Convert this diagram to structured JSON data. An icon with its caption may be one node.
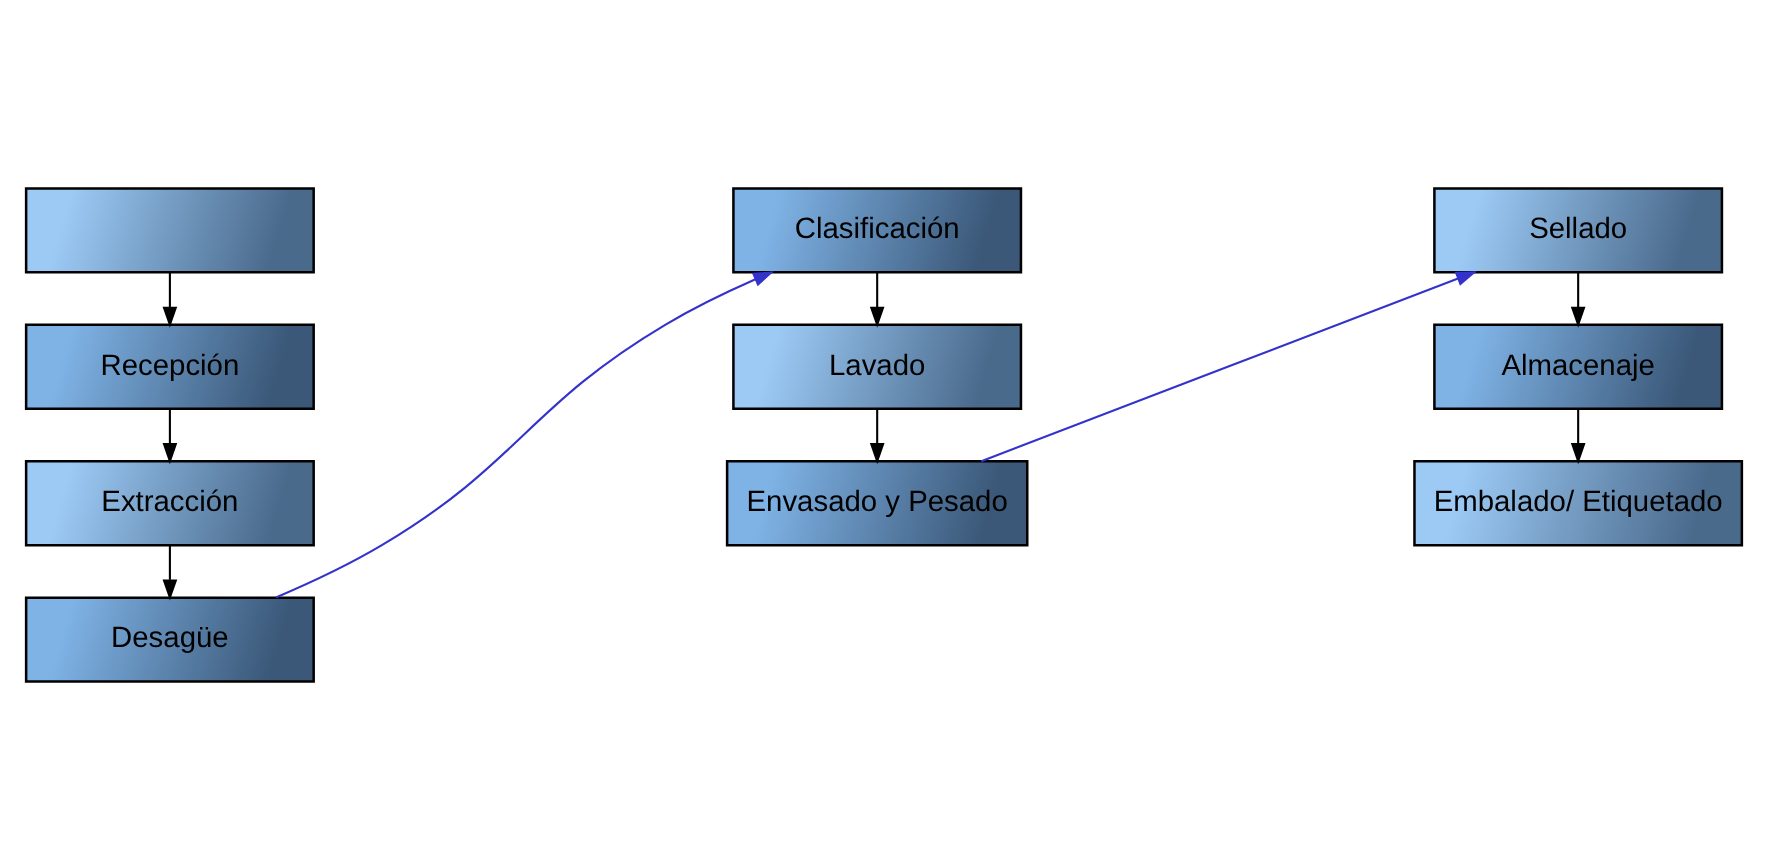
{
  "diagram": {
    "nodes": [
      {
        "text": [],
        "shape": "box"
      },
      {
        "text": [
          "Recepción"
        ]
      },
      {
        "text": [
          "Extracción"
        ]
      },
      {
        "text": [
          "Desagüe"
        ]
      },
      {
        "text": [
          "Clasificación"
        ]
      },
      {
        "text": [
          "Lavado"
        ]
      },
      {
        "text": [
          "Envasado y Pesado"
        ]
      },
      {
        "text": [
          "Sellado"
        ]
      },
      {
        "text": [
          "Almacenaje"
        ]
      },
      {
        "text": [
          "Embalado/ Etiquetado"
        ]
      }
    ],
    "edges": [
      {
        "from": 0,
        "to": 1,
        "arrow": "to"
      },
      {
        "from": 1,
        "to": 2,
        "arrow": "to"
      },
      {
        "from": 2,
        "to": 3,
        "arrow": "to"
      },
      {
        "from": 3,
        "to": 4,
        "arrow": "to",
        "color": "#3333cc"
      },
      {
        "from": 4,
        "to": 5,
        "arrow": "to"
      },
      {
        "from": 5,
        "to": 6,
        "arrow": "to"
      },
      {
        "from": 6,
        "to": 7,
        "arrow": "to",
        "color": "#3333cc"
      },
      {
        "from": 7,
        "to": 8,
        "arrow": "to"
      },
      {
        "from": 8,
        "to": 9,
        "arrow": "to"
      }
    ]
  }
}
